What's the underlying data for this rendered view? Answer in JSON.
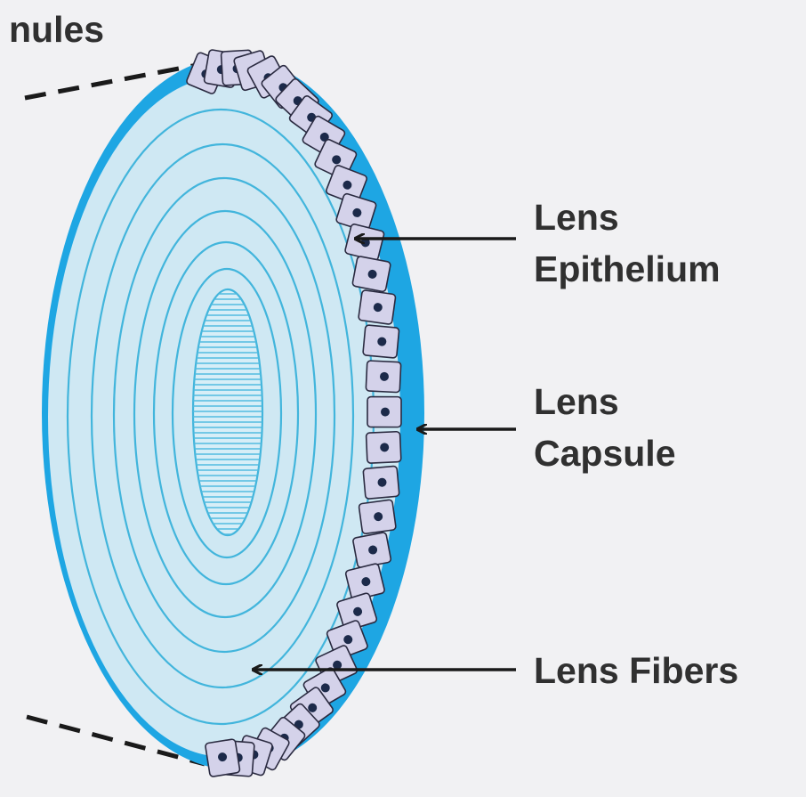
{
  "labels": {
    "zonules": "nules",
    "epithelium_line1": "Lens",
    "epithelium_line2": "Epithelium",
    "capsule_line1": "Lens",
    "capsule_line2": "Capsule",
    "fibers": "Lens Fibers"
  },
  "colors": {
    "background": "#f1f1f3",
    "capsule": "#1ea6e3",
    "lens_body": "#cfe8f3",
    "fiber_lines": "#42b5dc",
    "nucleus_fill": "#d7eef7",
    "epithelial_cell": "#d4d2ea",
    "cell_nucleus": "#1c2a4a",
    "label_text": "#303030",
    "arrow": "#1a1a1a"
  }
}
